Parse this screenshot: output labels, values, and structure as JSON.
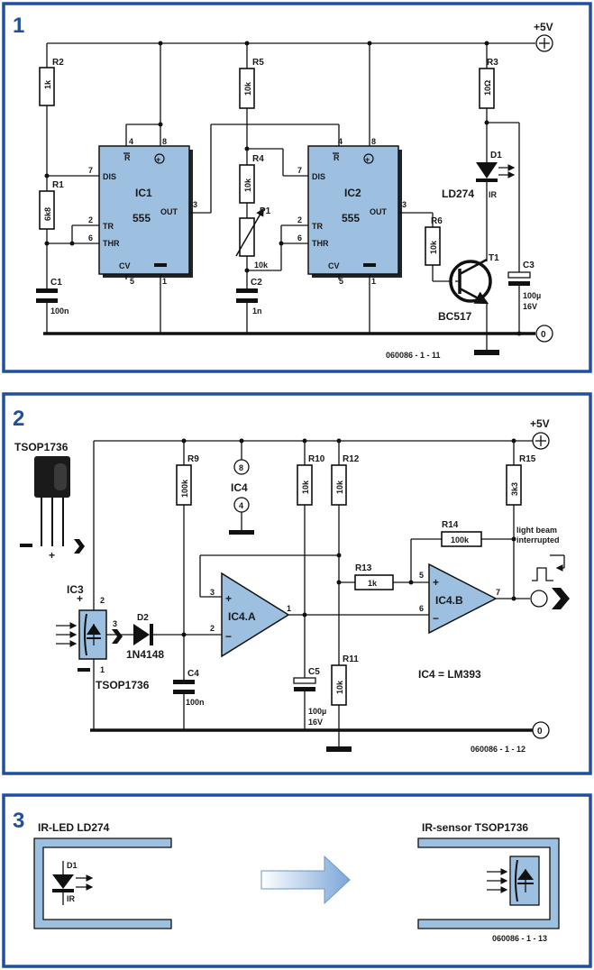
{
  "panel1": {
    "number": "1",
    "supply": "+5V",
    "ground": "0",
    "code": "060086 - 1 - 11",
    "ic1": {
      "name": "IC1",
      "type": "555",
      "pin_dis": "DIS",
      "pin_tr": "TR",
      "pin_thr": "THR",
      "pin_out": "OUT",
      "pin_cv": "CV",
      "pin_r": "R",
      "pin_vplus": "+",
      "p4": "4",
      "p8": "8",
      "p7": "7",
      "p2": "2",
      "p6": "6",
      "p3": "3",
      "p5": "5",
      "p1": "1"
    },
    "ic2": {
      "name": "IC2",
      "type": "555",
      "pin_dis": "DIS",
      "pin_tr": "TR",
      "pin_thr": "THR",
      "pin_out": "OUT",
      "pin_cv": "CV",
      "pin_r": "R",
      "pin_vplus": "+",
      "p4": "4",
      "p8": "8",
      "p7": "7",
      "p2": "2",
      "p6": "6",
      "p3": "3",
      "p5": "5",
      "p1": "1"
    },
    "r2": {
      "label": "R2",
      "value": "1k"
    },
    "r1": {
      "label": "R1",
      "value": "6k8"
    },
    "c1": {
      "label": "C1",
      "value": "100n"
    },
    "r5": {
      "label": "R5",
      "value": "10k"
    },
    "r4": {
      "label": "R4",
      "value": "10k"
    },
    "p1": {
      "label": "P1",
      "value": "10k"
    },
    "c2": {
      "label": "C2",
      "value": "1n"
    },
    "r3": {
      "label": "R3",
      "value": "10Ω"
    },
    "d1": {
      "label": "D1",
      "part": "LD274",
      "ir": "IR"
    },
    "r6": {
      "label": "R6",
      "value": "10k"
    },
    "t1": {
      "label": "T1",
      "part": "BC517"
    },
    "c3": {
      "label": "C3",
      "value1": "100µ",
      "value2": "16V"
    }
  },
  "panel2": {
    "number": "2",
    "supply": "+5V",
    "ground": "0",
    "code": "060086 - 1 - 12",
    "tsop_title": "TSOP1736",
    "ic3": {
      "label": "IC3",
      "part": "TSOP1736",
      "p1": "1",
      "p2": "2",
      "p3": "3",
      "plus": "+"
    },
    "d2": {
      "label": "D2",
      "part": "1N4148"
    },
    "r9": {
      "label": "R9",
      "value": "100k"
    },
    "c4": {
      "label": "C4",
      "value": "100n"
    },
    "ic4_power": {
      "label": "IC4",
      "p8": "8",
      "p4": "4"
    },
    "r10": {
      "label": "R10",
      "value": "10k"
    },
    "c5": {
      "label": "C5",
      "value1": "100µ",
      "value2": "16V"
    },
    "r12": {
      "label": "R12",
      "value": "10k"
    },
    "r11": {
      "label": "R11",
      "value": "10k"
    },
    "r13": {
      "label": "R13",
      "value": "1k"
    },
    "r14": {
      "label": "R14",
      "value": "100k"
    },
    "r15": {
      "label": "R15",
      "value": "3k3"
    },
    "ic4a": {
      "label": "IC4.A",
      "p3": "3",
      "p2": "2",
      "p1": "1",
      "plus": "+",
      "minus": "−"
    },
    "ic4b": {
      "label": "IC4.B",
      "p5": "5",
      "p6": "6",
      "p7": "7",
      "plus": "+",
      "minus": "−"
    },
    "ic4_type": "IC4 = LM393",
    "note1": "light beam",
    "note2": "interrupted"
  },
  "panel3": {
    "number": "3",
    "code": "060086 - 1 - 13",
    "left_title": "IR-LED LD274",
    "right_title": "IR-sensor TSOP1736",
    "d1": "D1",
    "ir": "IR"
  }
}
